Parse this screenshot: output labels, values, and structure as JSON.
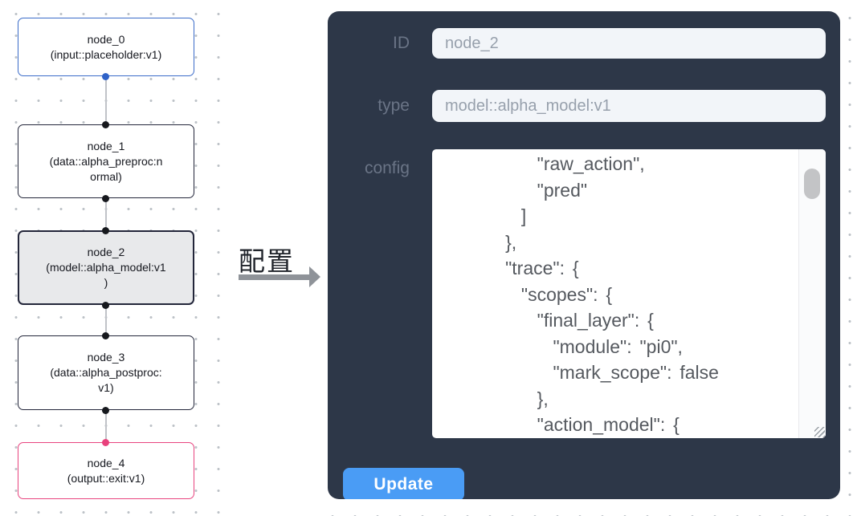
{
  "graph": {
    "nodes": [
      {
        "id": "node_0",
        "type_label": "(input::placeholder:v1)",
        "display_lines": [
          "node_0",
          "(input::placeholder:v1)"
        ],
        "border_color": "#3b6cc9",
        "selected": false
      },
      {
        "id": "node_1",
        "type_label": "(data::alpha_preproc:normal)",
        "display_lines": [
          "node_1",
          "(data::alpha_preproc:n",
          "ormal)"
        ],
        "border_color": "#23263a",
        "selected": false
      },
      {
        "id": "node_2",
        "type_label": "(model::alpha_model:v1)",
        "display_lines": [
          "node_2",
          "(model::alpha_model:v1",
          ")"
        ],
        "border_color": "#23263a",
        "selected": true
      },
      {
        "id": "node_3",
        "type_label": "(data::alpha_postproc:v1)",
        "display_lines": [
          "node_3",
          "(data::alpha_postproc:",
          "v1)"
        ],
        "border_color": "#23263a",
        "selected": false
      },
      {
        "id": "node_4",
        "type_label": "(output::exit:v1)",
        "display_lines": [
          "node_4",
          "(output::exit:v1)"
        ],
        "border_color": "#e8447f",
        "selected": false
      }
    ],
    "port_colors": {
      "input_node": "#2f62c8",
      "default_node": "#16181d",
      "output_node": "#e8417c"
    }
  },
  "transition": {
    "label": "配置",
    "arrow_color": "#8f9399"
  },
  "config_panel": {
    "background_color": "#2d3748",
    "fields": {
      "id": {
        "label": "ID",
        "value": "node_2"
      },
      "type": {
        "label": "type",
        "value": "model::alpha_model:v1"
      },
      "config": {
        "label": "config",
        "visible_lines": [
          "            \"raw_action\",",
          "            \"pred\"",
          "          ]",
          "        },",
          "        \"trace\": {",
          "          \"scopes\": {",
          "            \"final_layer\": {",
          "              \"module\": \"pi0\",",
          "              \"mark_scope\": false",
          "            },",
          "            \"action_model\": {"
        ]
      }
    },
    "update_button": {
      "label": "Update",
      "color": "#4a9cf5"
    }
  }
}
